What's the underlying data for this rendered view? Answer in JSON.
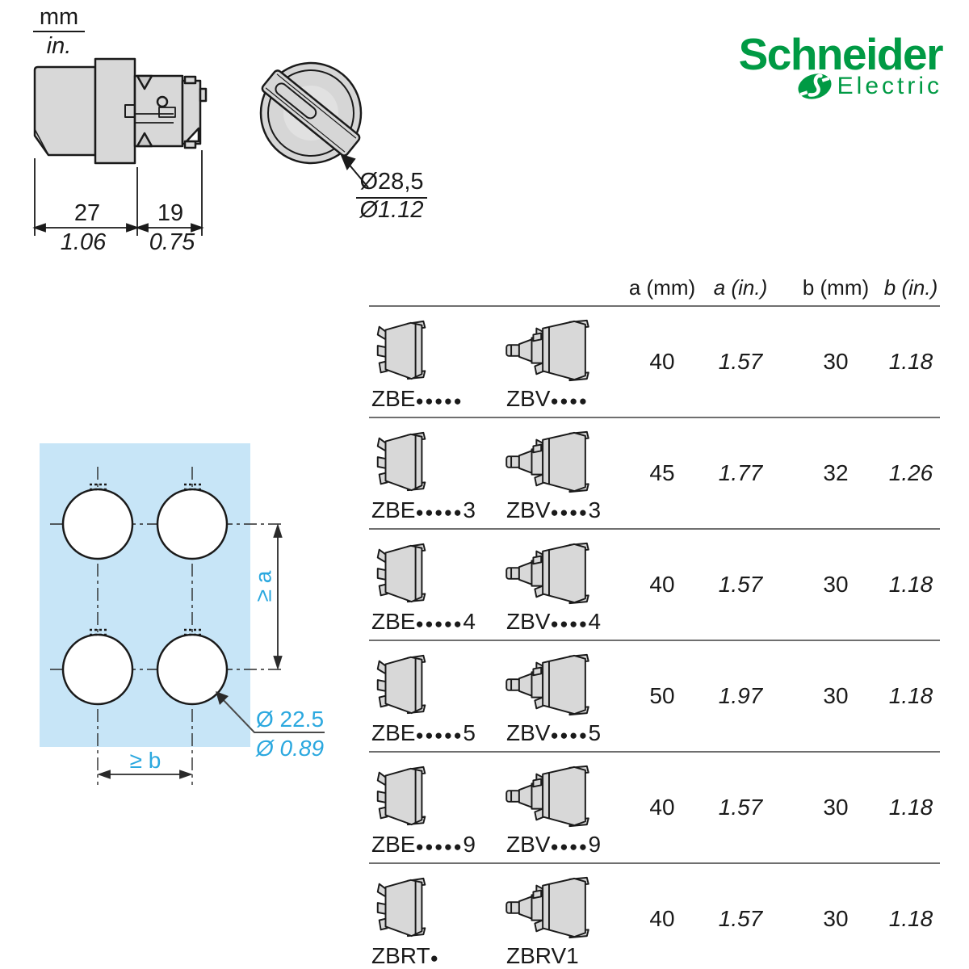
{
  "units": {
    "metric": "mm",
    "imperial": "in."
  },
  "logo": {
    "brand": "Schneider",
    "sub": "Electric",
    "color": "#009A44"
  },
  "side_view": {
    "head_width_mm": "27",
    "head_width_in": "1.06",
    "rear_width_mm": "19",
    "rear_width_in": "0.75"
  },
  "front_view": {
    "diameter_mm": "Ø28,5",
    "diameter_in": "Ø1.12"
  },
  "cutout": {
    "vertical_spacing_label": "≥ a",
    "horizontal_spacing_label": "≥ b",
    "hole_diameter_mm": "Ø 22.5",
    "hole_diameter_in": "Ø 0.89",
    "panel_fill": "#C7E5F7",
    "accent": "#2BA8DF"
  },
  "table": {
    "headers": [
      "a (mm)",
      "a (in.)",
      "b (mm)",
      "b (in.)"
    ],
    "rows": [
      {
        "labels": [
          {
            "prefix": "ZBE",
            "dots": "●●●●●",
            "suffix": ""
          },
          {
            "prefix": "ZBV",
            "dots": "●●●●",
            "suffix": ""
          }
        ],
        "values": [
          "40",
          "1.57",
          "30",
          "1.18"
        ]
      },
      {
        "labels": [
          {
            "prefix": "ZBE",
            "dots": "●●●●●",
            "suffix": "3"
          },
          {
            "prefix": "ZBV",
            "dots": "●●●●",
            "suffix": "3"
          }
        ],
        "values": [
          "45",
          "1.77",
          "32",
          "1.26"
        ]
      },
      {
        "labels": [
          {
            "prefix": "ZBE",
            "dots": "●●●●●",
            "suffix": "4"
          },
          {
            "prefix": "ZBV",
            "dots": "●●●●",
            "suffix": "4"
          }
        ],
        "values": [
          "40",
          "1.57",
          "30",
          "1.18"
        ]
      },
      {
        "labels": [
          {
            "prefix": "ZBE",
            "dots": "●●●●●",
            "suffix": "5"
          },
          {
            "prefix": "ZBV",
            "dots": "●●●●",
            "suffix": "5"
          }
        ],
        "values": [
          "50",
          "1.97",
          "30",
          "1.18"
        ]
      },
      {
        "labels": [
          {
            "prefix": "ZBE",
            "dots": "●●●●●",
            "suffix": "9"
          },
          {
            "prefix": "ZBV",
            "dots": "●●●●",
            "suffix": "9"
          }
        ],
        "values": [
          "40",
          "1.57",
          "30",
          "1.18"
        ]
      },
      {
        "labels": [
          {
            "prefix": "ZBRT",
            "dots": "●",
            "suffix": ""
          },
          {
            "prefix": "ZBRV1",
            "dots": "",
            "suffix": ""
          }
        ],
        "values": [
          "40",
          "1.57",
          "30",
          "1.18"
        ]
      }
    ]
  },
  "colors": {
    "drawing_gray": "#D8D8D8",
    "line": "#1a1a1a",
    "divider": "#6f6f6f"
  }
}
